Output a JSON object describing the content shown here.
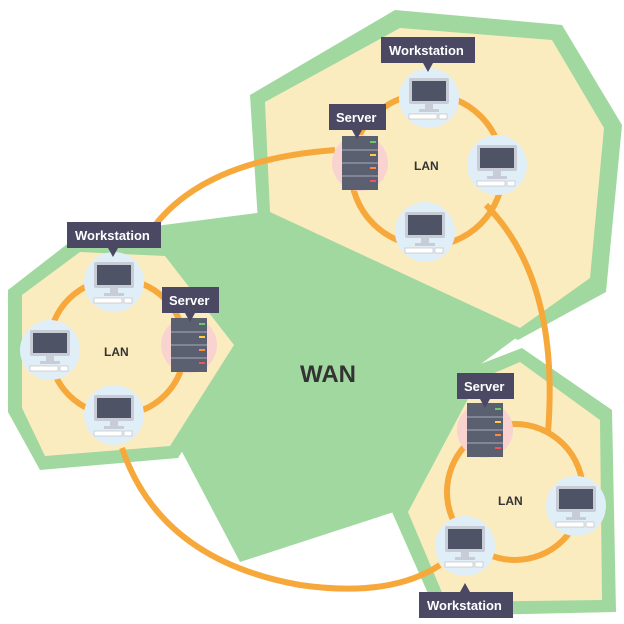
{
  "wan_label": "WAN",
  "lans": [
    {
      "label": "LAN",
      "server": "Server",
      "workstation": "Workstation"
    },
    {
      "label": "LAN",
      "server": "Server",
      "workstation": "Workstation"
    },
    {
      "label": "LAN",
      "server": "Server",
      "workstation": "Workstation"
    }
  ],
  "colors": {
    "wan": "#a0d8a0",
    "lan": "#fbecbf",
    "link": "#f7a83b",
    "tag": "#4a4862"
  }
}
